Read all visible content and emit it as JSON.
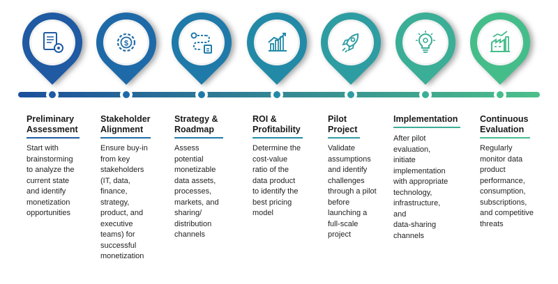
{
  "colors": {
    "start": "#1b4f9c",
    "end": "#4cc08a"
  },
  "steps": [
    {
      "title": [
        "Preliminary",
        "Assessment"
      ],
      "desc": [
        "Start with",
        "brainstorming",
        "to analyze the",
        "current state",
        "and identify",
        "monetization",
        "opportunities"
      ],
      "icon": "document-gear-icon",
      "color": "#1f5aa3"
    },
    {
      "title": [
        "Stakeholder",
        "Alignment"
      ],
      "desc": [
        "Ensure buy-in",
        "from key",
        "stakeholders",
        "(IT, data,",
        "finance,",
        "strategy,",
        "product, and",
        "executive",
        "teams) for",
        "successful",
        "monetization"
      ],
      "icon": "dollar-gear-icon",
      "color": "#1e6aa8"
    },
    {
      "title": [
        "Strategy &",
        "Roadmap"
      ],
      "desc": [
        "Assess",
        "potential",
        "monetizable",
        "data assets,",
        "processes,",
        "markets, and",
        "sharing/",
        "distribution",
        "channels"
      ],
      "icon": "roadmap-icon",
      "color": "#1f7aa9"
    },
    {
      "title": [
        "ROI &",
        "Profitability"
      ],
      "desc": [
        "Determine the",
        "cost-value",
        "ratio of the",
        "data product",
        "to identify the",
        "best pricing",
        "model"
      ],
      "icon": "chart-growth-icon",
      "color": "#228aa6"
    },
    {
      "title": [
        "Pilot",
        "Project"
      ],
      "desc": [
        "Validate",
        "assumptions",
        "and identify",
        "challenges",
        "through a pilot",
        "before",
        "launching a",
        "full-scale",
        "project"
      ],
      "icon": "rocket-icon",
      "color": "#2e9da2"
    },
    {
      "title": [
        "Implementation"
      ],
      "desc": [
        "After pilot",
        "evaluation,",
        "initiate",
        "implementation",
        "with appropriate",
        "technology,",
        "infrastructure,",
        "and",
        "data-sharing",
        "channels"
      ],
      "icon": "lightbulb-gear-icon",
      "color": "#3aae96"
    },
    {
      "title": [
        "Continuous",
        "Evaluation"
      ],
      "desc": [
        "Regularly",
        "monitor data",
        "product",
        "performance,",
        "consumption,",
        "subscriptions,",
        "and competitive",
        "threats"
      ],
      "icon": "factory-chart-icon",
      "color": "#45bd8a"
    }
  ]
}
